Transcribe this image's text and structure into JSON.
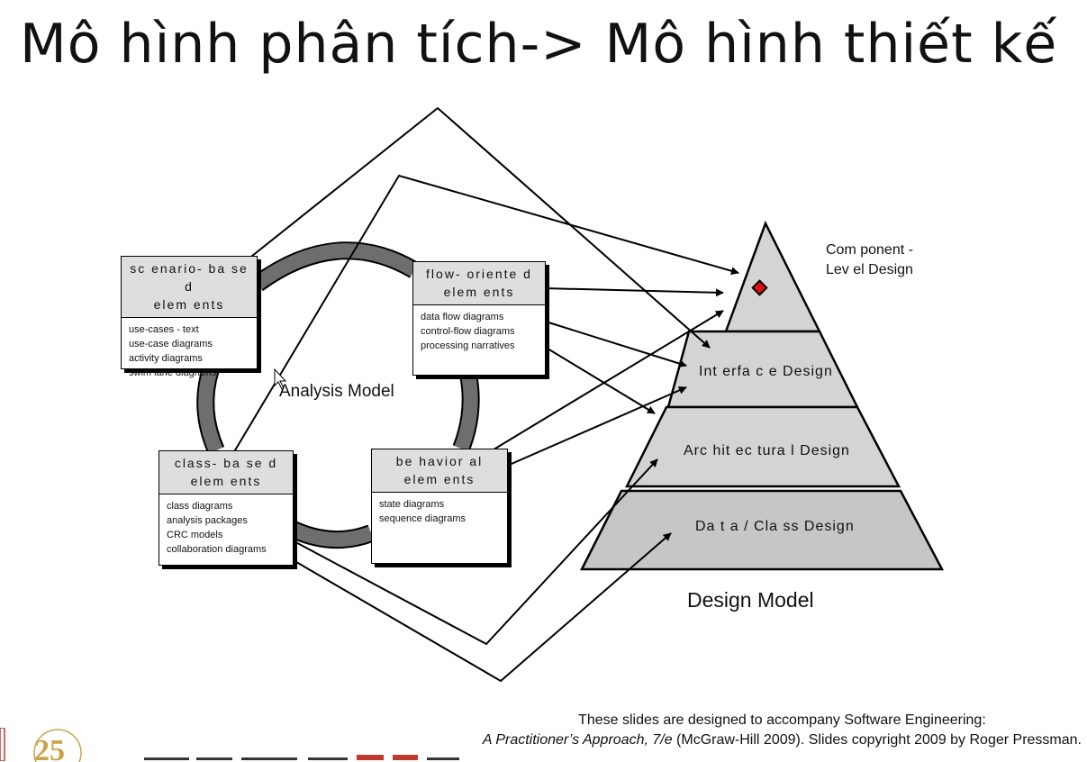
{
  "slide": {
    "title": "Mô hình phân tích-> Mô hình thiết kế"
  },
  "analysis_model": {
    "label": "Analysis Model",
    "boxes": {
      "scenario": {
        "title_line1": "sc enario- ba se d",
        "title_line2": "elem ents",
        "items": [
          "use-cases - text",
          "use-case diagrams",
          "activity diagrams",
          "swim lane diagrams"
        ]
      },
      "flow": {
        "title_line1": "flow- oriente d",
        "title_line2": "elem ents",
        "items": [
          "data flow diagrams",
          "control-flow diagrams",
          "processing narratives"
        ]
      },
      "class": {
        "title_line1": "class- ba se d",
        "title_line2": "elem ents",
        "items": [
          "class diagrams",
          "analysis packages",
          "CRC models",
          "collaboration diagrams"
        ]
      },
      "behavioral": {
        "title_line1": "be havior al",
        "title_line2": "elem ents",
        "items": [
          "state diagrams",
          "sequence diagrams"
        ]
      }
    }
  },
  "design_model": {
    "label": "Design Model",
    "levels": {
      "component_line1": "Com ponent  -",
      "component_line2": "Lev el Design",
      "interface": "Int erfa c e Design",
      "architectural": "Arc hit ec tura l Design",
      "data_class": "Da t a / Cla ss Design"
    }
  },
  "footer": {
    "line1": "These slides are designed to accompany Software Engineering:",
    "book_title": "A Practitioner’s Approach, 7/e",
    "line2_rest": " (McGraw-Hill 2009). Slides copyright 2009 by Roger Pressman."
  },
  "logo": {
    "text": "25",
    "color": "#c9a44a"
  },
  "colors": {
    "component_marker": "#e01010",
    "ring": "#6e6e6e",
    "pyramid_top": "#d4d4d4",
    "pyramid_bottom": "#c6c6c6"
  }
}
